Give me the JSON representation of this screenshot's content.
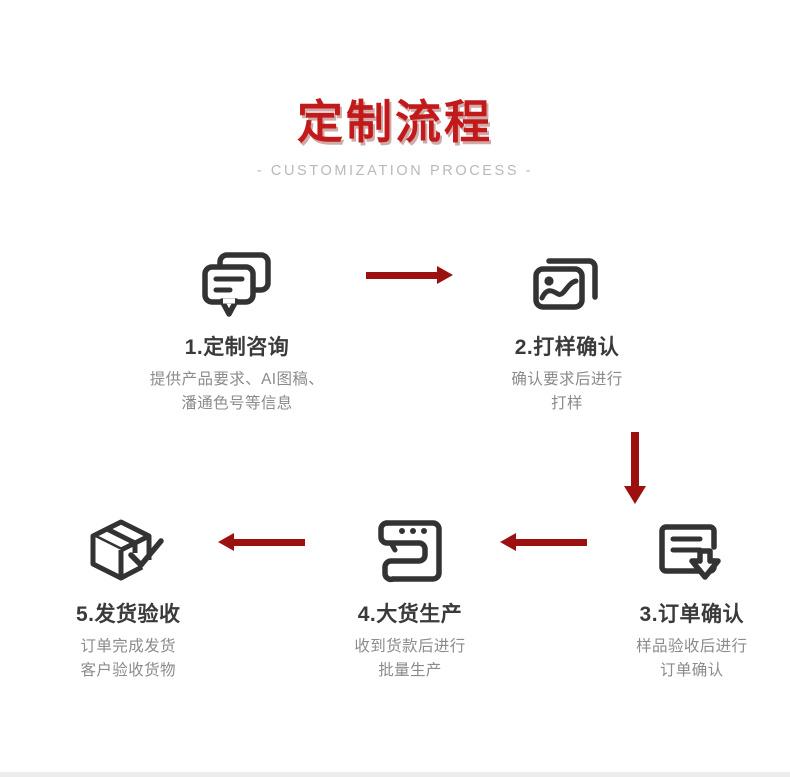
{
  "header": {
    "title": "定制流程",
    "subtitle": "- CUSTOMIZATION PROCESS -"
  },
  "colors": {
    "title_red": "#c21a1a",
    "arrow_red": "#9d1010",
    "icon_dark": "#333333",
    "step_title": "#3a3a3a",
    "step_desc": "#8b8b8b",
    "subtitle_gray": "#b9b9b9",
    "divider_gray": "#ececec"
  },
  "steps": [
    {
      "number": "1",
      "icon": "chat-bubbles-icon",
      "title": "1.定制咨询",
      "desc_line1": "提供产品要求、AI图稿、",
      "desc_line2": "潘通色号等信息"
    },
    {
      "number": "2",
      "icon": "image-frames-icon",
      "title": "2.打样确认",
      "desc_line1": "确认要求后进行",
      "desc_line2": "打样"
    },
    {
      "number": "3",
      "icon": "document-download-icon",
      "title": "3.订单确认",
      "desc_line1": "样品验收后进行",
      "desc_line2": "订单确认"
    },
    {
      "number": "4",
      "icon": "sewing-machine-icon",
      "title": "4.大货生产",
      "desc_line1": "收到货款后进行",
      "desc_line2": "批量生产"
    },
    {
      "number": "5",
      "icon": "box-check-icon",
      "title": "5.发货验收",
      "desc_line1": "订单完成发货",
      "desc_line2": "客户验收货物"
    }
  ],
  "arrows": [
    {
      "name": "arrow-step1-to-step2",
      "direction": "right"
    },
    {
      "name": "arrow-step2-to-step3",
      "direction": "down"
    },
    {
      "name": "arrow-step3-to-step4",
      "direction": "left"
    },
    {
      "name": "arrow-step4-to-step5",
      "direction": "left"
    }
  ]
}
